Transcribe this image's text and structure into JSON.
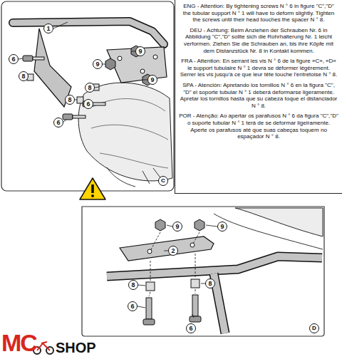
{
  "diagram": {
    "nodes": [
      {
        "text": [
          "ENG - Attention: By tightening screws N ° 6 in figure \"C\",\"D\" the tubular support N ° 1 will have to deform slightly. Tighten the screws until their head touches the spacer N ° 8.",
          "DEU - Achtung: Beim Anziehen der Schrauben Nr. 6 in Abbildung \"C\",\"D\" sollte sich die Rohrhalterung Nr. 1 leicht verformen. Ziehen Sie die Schrauben an, bis ihre Köpfe mit dem Distanzstück Nr. 8 in Kontakt kommen.",
          "FRA - Attention: En serrant les vis N ° 6 de la figure «C», «D» le support tubulaire N ° 1 devra se déformer légèrement. Serrer les vis jusqu'à ce que leur tête touche l'entretoise N ° 8.",
          "SPA - Atención: Apretando los tornillos N ° 6 en la figura \"C\", \"D\" el soporte tubular N ° 1 deberá deformarse ligeramente. Apretar los tornillos hasta que su cabeza toque el distanciador N ° 8.",
          "POR - Atenção: Ao apertar os parafusos N ° 6 da figura \"C\",\"D\" o suporte tubular N ° 1 terá de se deformar ligeiramente. Aperte os parafusos até que suas cabeças toquem no espaçador N ° 8."
        ]
      },
      {
        "text": [
          "1"
        ]
      },
      {
        "text": [
          "6"
        ]
      },
      {
        "text": [
          "8"
        ]
      },
      {
        "text": [
          "9"
        ]
      },
      {
        "text": [
          "9"
        ]
      },
      {
        "text": [
          "9"
        ]
      },
      {
        "text": [
          "8"
        ]
      },
      {
        "text": [
          "6"
        ]
      },
      {
        "text": [
          "8"
        ]
      },
      {
        "text": [
          "6"
        ]
      },
      {
        "text": [
          "C"
        ]
      },
      {
        "text": [
          "9"
        ]
      },
      {
        "text": [
          "9"
        ]
      },
      {
        "text": [
          "2"
        ]
      },
      {
        "text": [
          "8"
        ]
      },
      {
        "text": [
          "8"
        ]
      },
      {
        "text": [
          "6"
        ]
      },
      {
        "text": [
          "6"
        ]
      },
      {
        "text": [
          "D"
        ]
      }
    ],
    "labels": [
      "MC",
      "SHOP"
    ]
  }
}
